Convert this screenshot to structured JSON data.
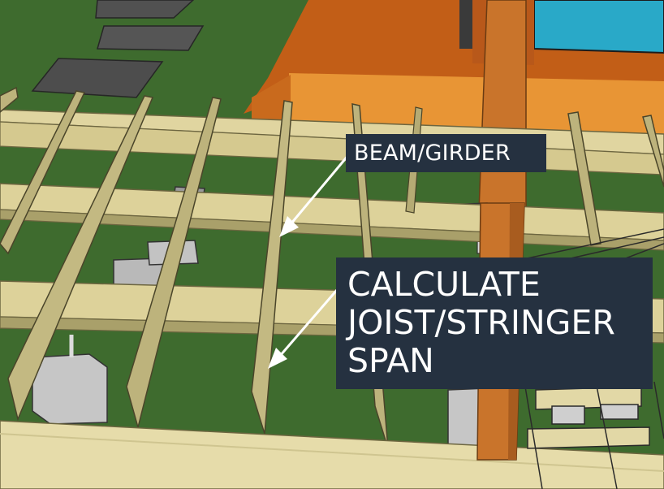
{
  "callouts": {
    "beam_label": "BEAM/GIRDER",
    "joist_lines": [
      "CALCULATE",
      "JOIST/STRINGER",
      "SPAN"
    ]
  },
  "colors": {
    "grass": "#3e6b2e",
    "lumber": "#ddd29a",
    "lumber_shade": "#a9a06a",
    "joist": "#bdb37c",
    "joist_edge": "#7c7447",
    "rim_board": "#e6dcaa",
    "post": "#c9742b",
    "house_wall": "#e89535",
    "house_roof": "#c25e17",
    "pool": "#29a9c8",
    "concrete": "#c6c6c6",
    "paver": "#525252",
    "callout_bg": "#253140",
    "callout_text": "#ffffff",
    "arrow": "#ffffff"
  }
}
